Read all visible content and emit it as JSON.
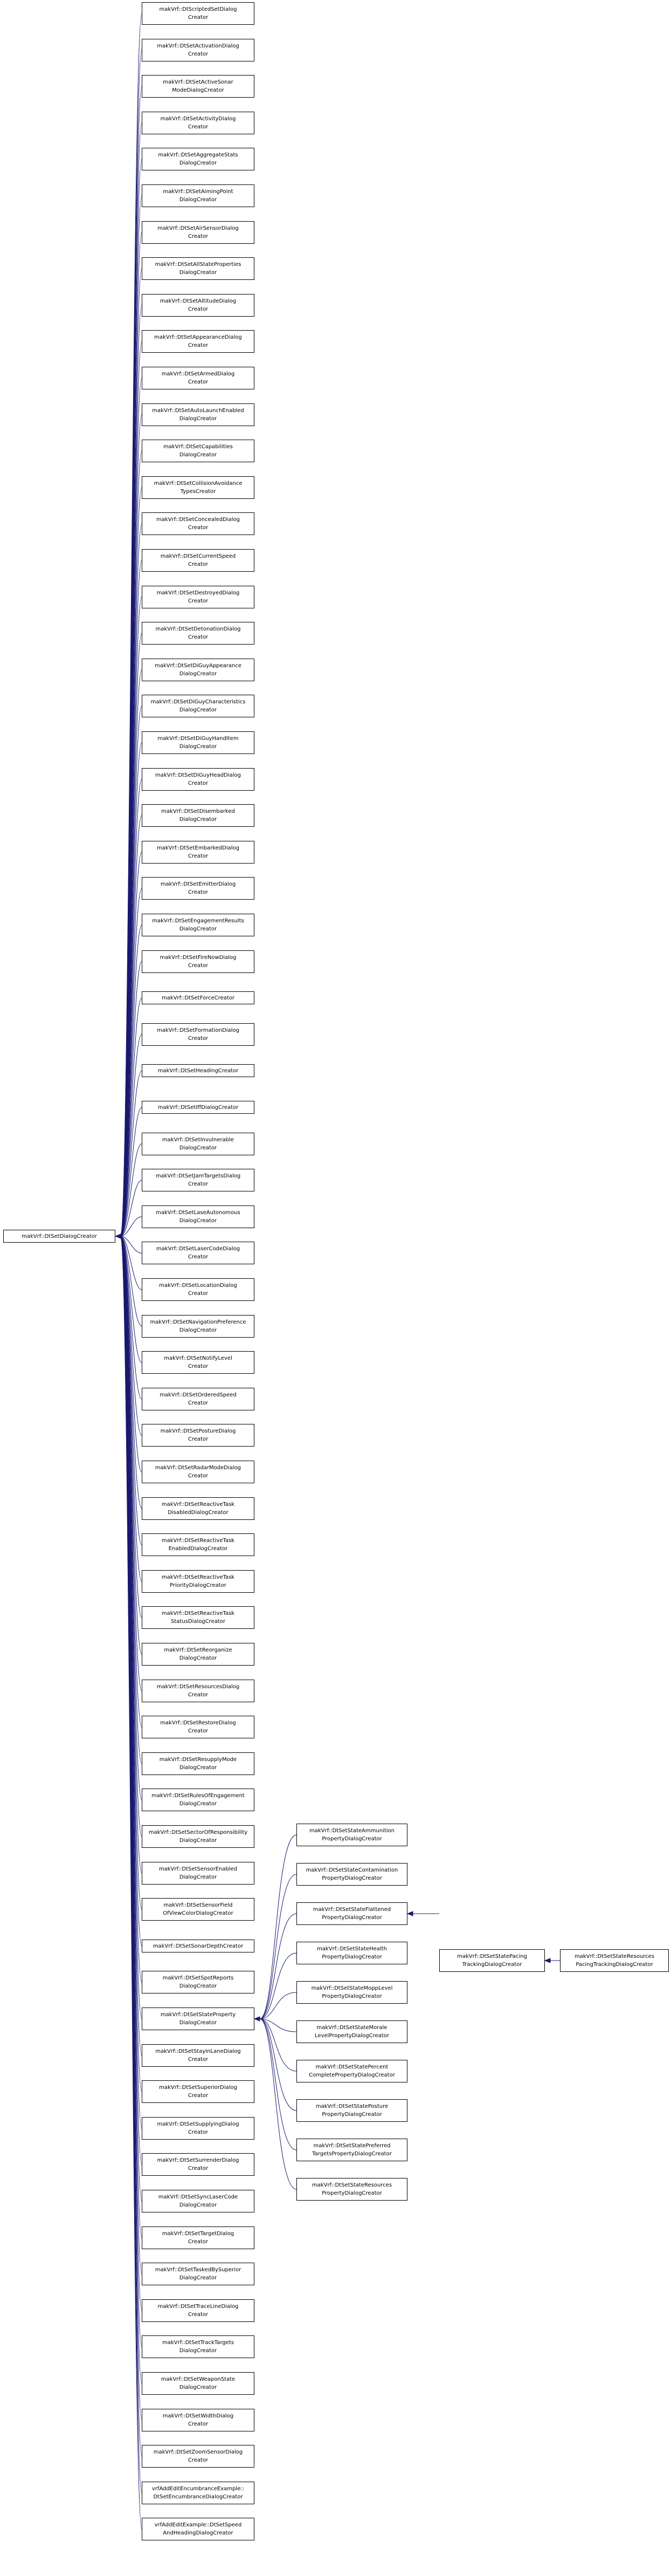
{
  "root": "makVrf::DtSetDialogCreator",
  "left_column": [
    "makVrf::DtScriptedSetDialog\nCreator",
    "makVrf::DtSetActivationDialog\nCreator",
    "makVrf::DtSetActiveSonar\nModeDialogCreator",
    "makVrf::DtSetActivityDialog\nCreator",
    "makVrf::DtSetAggregateStats\nDialogCreator",
    "makVrf::DtSetAimingPoint\nDialogCreator",
    "makVrf::DtSetAirSensorDialog\nCreator",
    "makVrf::DtSetAllStateProperties\nDialogCreator",
    "makVrf::DtSetAltitudeDialog\nCreator",
    "makVrf::DtSetAppearanceDialog\nCreator",
    "makVrf::DtSetArmedDialog\nCreator",
    "makVrf::DtSetAutoLaunchEnabled\nDialogCreator",
    "makVrf::DtSetCapabilities\nDialogCreator",
    "makVrf::DtSetCollisionAvoidance\nTypesCreator",
    "makVrf::DtSetConcealedDialog\nCreator",
    "makVrf::DtSetCurrentSpeed\nCreator",
    "makVrf::DtSetDestroyedDialog\nCreator",
    "makVrf::DtSetDetonationDialog\nCreator",
    "makVrf::DtSetDiGuyAppearance\nDialogCreator",
    "makVrf::DtSetDiGuyCharacteristics\nDialogCreator",
    "makVrf::DtSetDiGuyHandItem\nDialogCreator",
    "makVrf::DtSetDiGuyHeadDialog\nCreator",
    "makVrf::DtSetDisembarked\nDialogCreator",
    "makVrf::DtSetEmbarkedDialog\nCreator",
    "makVrf::DtSetEmitterDialog\nCreator",
    "makVrf::DtSetEngagementResults\nDialogCreator",
    "makVrf::DtSetFireNowDialog\nCreator",
    "makVrf::DtSetForceCreator",
    "makVrf::DtSetFormationDialog\nCreator",
    "makVrf::DtSetHeadingCreator",
    "makVrf::DtSetIffDialogCreator",
    "makVrf::DtSetInvulnerable\nDialogCreator",
    "makVrf::DtSetJamTargetsDialog\nCreator",
    "makVrf::DtSetLaseAutonomous\nDialogCreator",
    "makVrf::DtSetLaserCodeDialog\nCreator",
    "makVrf::DtSetLocationDialog\nCreator",
    "makVrf::DtSetNavigationPreference\nDialogCreator",
    "makVrf::DtSetNotifyLevel\nCreator",
    "makVrf::DtSetOrderedSpeed\nCreator",
    "makVrf::DtSetPostureDialog\nCreator",
    "makVrf::DtSetRadarModeDialog\nCreator",
    "makVrf::DtSetReactiveTask\nDisabledDialogCreator",
    "makVrf::DtSetReactiveTask\nEnabledDialogCreator",
    "makVrf::DtSetReactiveTask\nPriorityDialogCreator",
    "makVrf::DtSetReactiveTask\nStatusDialogCreator",
    "makVrf::DtSetReorganize\nDialogCreator",
    "makVrf::DtSetResourcesDialog\nCreator",
    "makVrf::DtSetRestoreDialog\nCreator",
    "makVrf::DtSetResupplyMode\nDialogCreator",
    "makVrf::DtSetRulesOfEngagement\nDialogCreator",
    "makVrf::DtSetSectorOfResponsibility\nDialogCreator",
    "makVrf::DtSetSensorEnabled\nDialogCreator",
    "makVrf::DtSetSensorField\nOfViewColorDialogCreator",
    "makVrf::DtSetSonarDepthCreator",
    "makVrf::DtSetSpotReports\nDialogCreator",
    "makVrf::DtSetStateProperty\nDialogCreator",
    "makVrf::DtSetStayInLaneDialog\nCreator",
    "makVrf::DtSetSuperiorDialog\nCreator",
    "makVrf::DtSetSupplyingDialog\nCreator",
    "makVrf::DtSetSurrenderDialog\nCreator",
    "makVrf::DtSetSyncLaserCode\nDialogCreator",
    "makVrf::DtSetTargetDialog\nCreator",
    "makVrf::DtSetTaskedBySuperior\nDialogCreator",
    "makVrf::DtSetTraceLineDialog\nCreator",
    "makVrf::DtSetTrackTargets\nDialogCreator",
    "makVrf::DtSetWeaponState\nDialogCreator",
    "makVrf::DtSetWidthDialog\nCreator",
    "makVrf::DtSetZoomSensorDialog\nCreator",
    "vrfAddEditEncumbranceExample::\nDtSetEncumbranceDialogCreator",
    "vrfAddEditExample::DtSetSpeed\nAndHeadingDialogCreator"
  ],
  "state_property_children": [
    "makVrf::DtSetStateAmmunition\nPropertyDialogCreator",
    "makVrf::DtSetStateContamination\nPropertyDialogCreator",
    "makVrf::DtSetStateFlattened\nPropertyDialogCreator",
    "makVrf::DtSetStateHealth\nPropertyDialogCreator",
    "makVrf::DtSetStateMoppLevel\nPropertyDialogCreator",
    "makVrf::DtSetStateMorale\nLevelPropertyDialogCreator",
    "makVrf::DtSetStatePercent\nCompletePropertyDialogCreator",
    "makVrf::DtSetStatePosture\nPropertyDialogCreator",
    "makVrf::DtSetStatePreferred\nTargetsPropertyDialogCreator",
    "makVrf::DtSetStateResources\nPropertyDialogCreator"
  ],
  "flattened_chain": [
    "makVrf::DtSetStatePacing\nTrackingDialogCreator",
    "makVrf::DtSetStateResources\nPacingTrackingDialogCreator"
  ],
  "colors": {
    "edge": "#191970",
    "node_border": "#000000",
    "background": "#ffffff"
  }
}
